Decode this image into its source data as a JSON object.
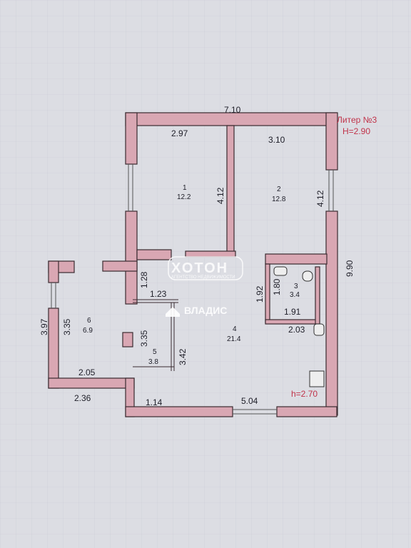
{
  "header": {
    "liter_title": "Литер №3",
    "liter_height": "H=2.90"
  },
  "colors": {
    "wall": "#d9a7b3",
    "wall_stroke": "#3a2a30",
    "paper": "#dcdde3",
    "label_accent": "#c0334a"
  },
  "rooms": [
    {
      "number": "1",
      "area": "12.2"
    },
    {
      "number": "2",
      "area": "12.8"
    },
    {
      "number": "3",
      "area": "3.4"
    },
    {
      "number": "4",
      "area": "21.4"
    },
    {
      "number": "5",
      "area": "3.8"
    },
    {
      "number": "6",
      "area": "6.9"
    }
  ],
  "dimensions": {
    "top_total": "7.10",
    "room1_width": "2.97",
    "room2_width": "3.10",
    "room1_height": "4.12",
    "room2_height": "4.12",
    "right_total": "9.90",
    "hall_height": "1.28",
    "hall_width": "1.23",
    "bath_height": "1.80",
    "bath_width": "1.91",
    "wc_gap": "1.92",
    "kitchen_width": "2.03",
    "room5_height_a": "3.35",
    "room5_height_b": "3.42",
    "room6_height_inner": "3.35",
    "room6_height_outer": "3.97",
    "room6_width": "2.05",
    "left_bottom": "2.36",
    "room5_width": "1.14",
    "bottom_total": "5.04",
    "kitchen_height": "h=2.70"
  },
  "watermark": {
    "brand": "ХОТОН",
    "brand_sub": "АГЕНТСТВО НЕДВИЖИМОСТИ",
    "agency": "ВЛАДИС"
  }
}
